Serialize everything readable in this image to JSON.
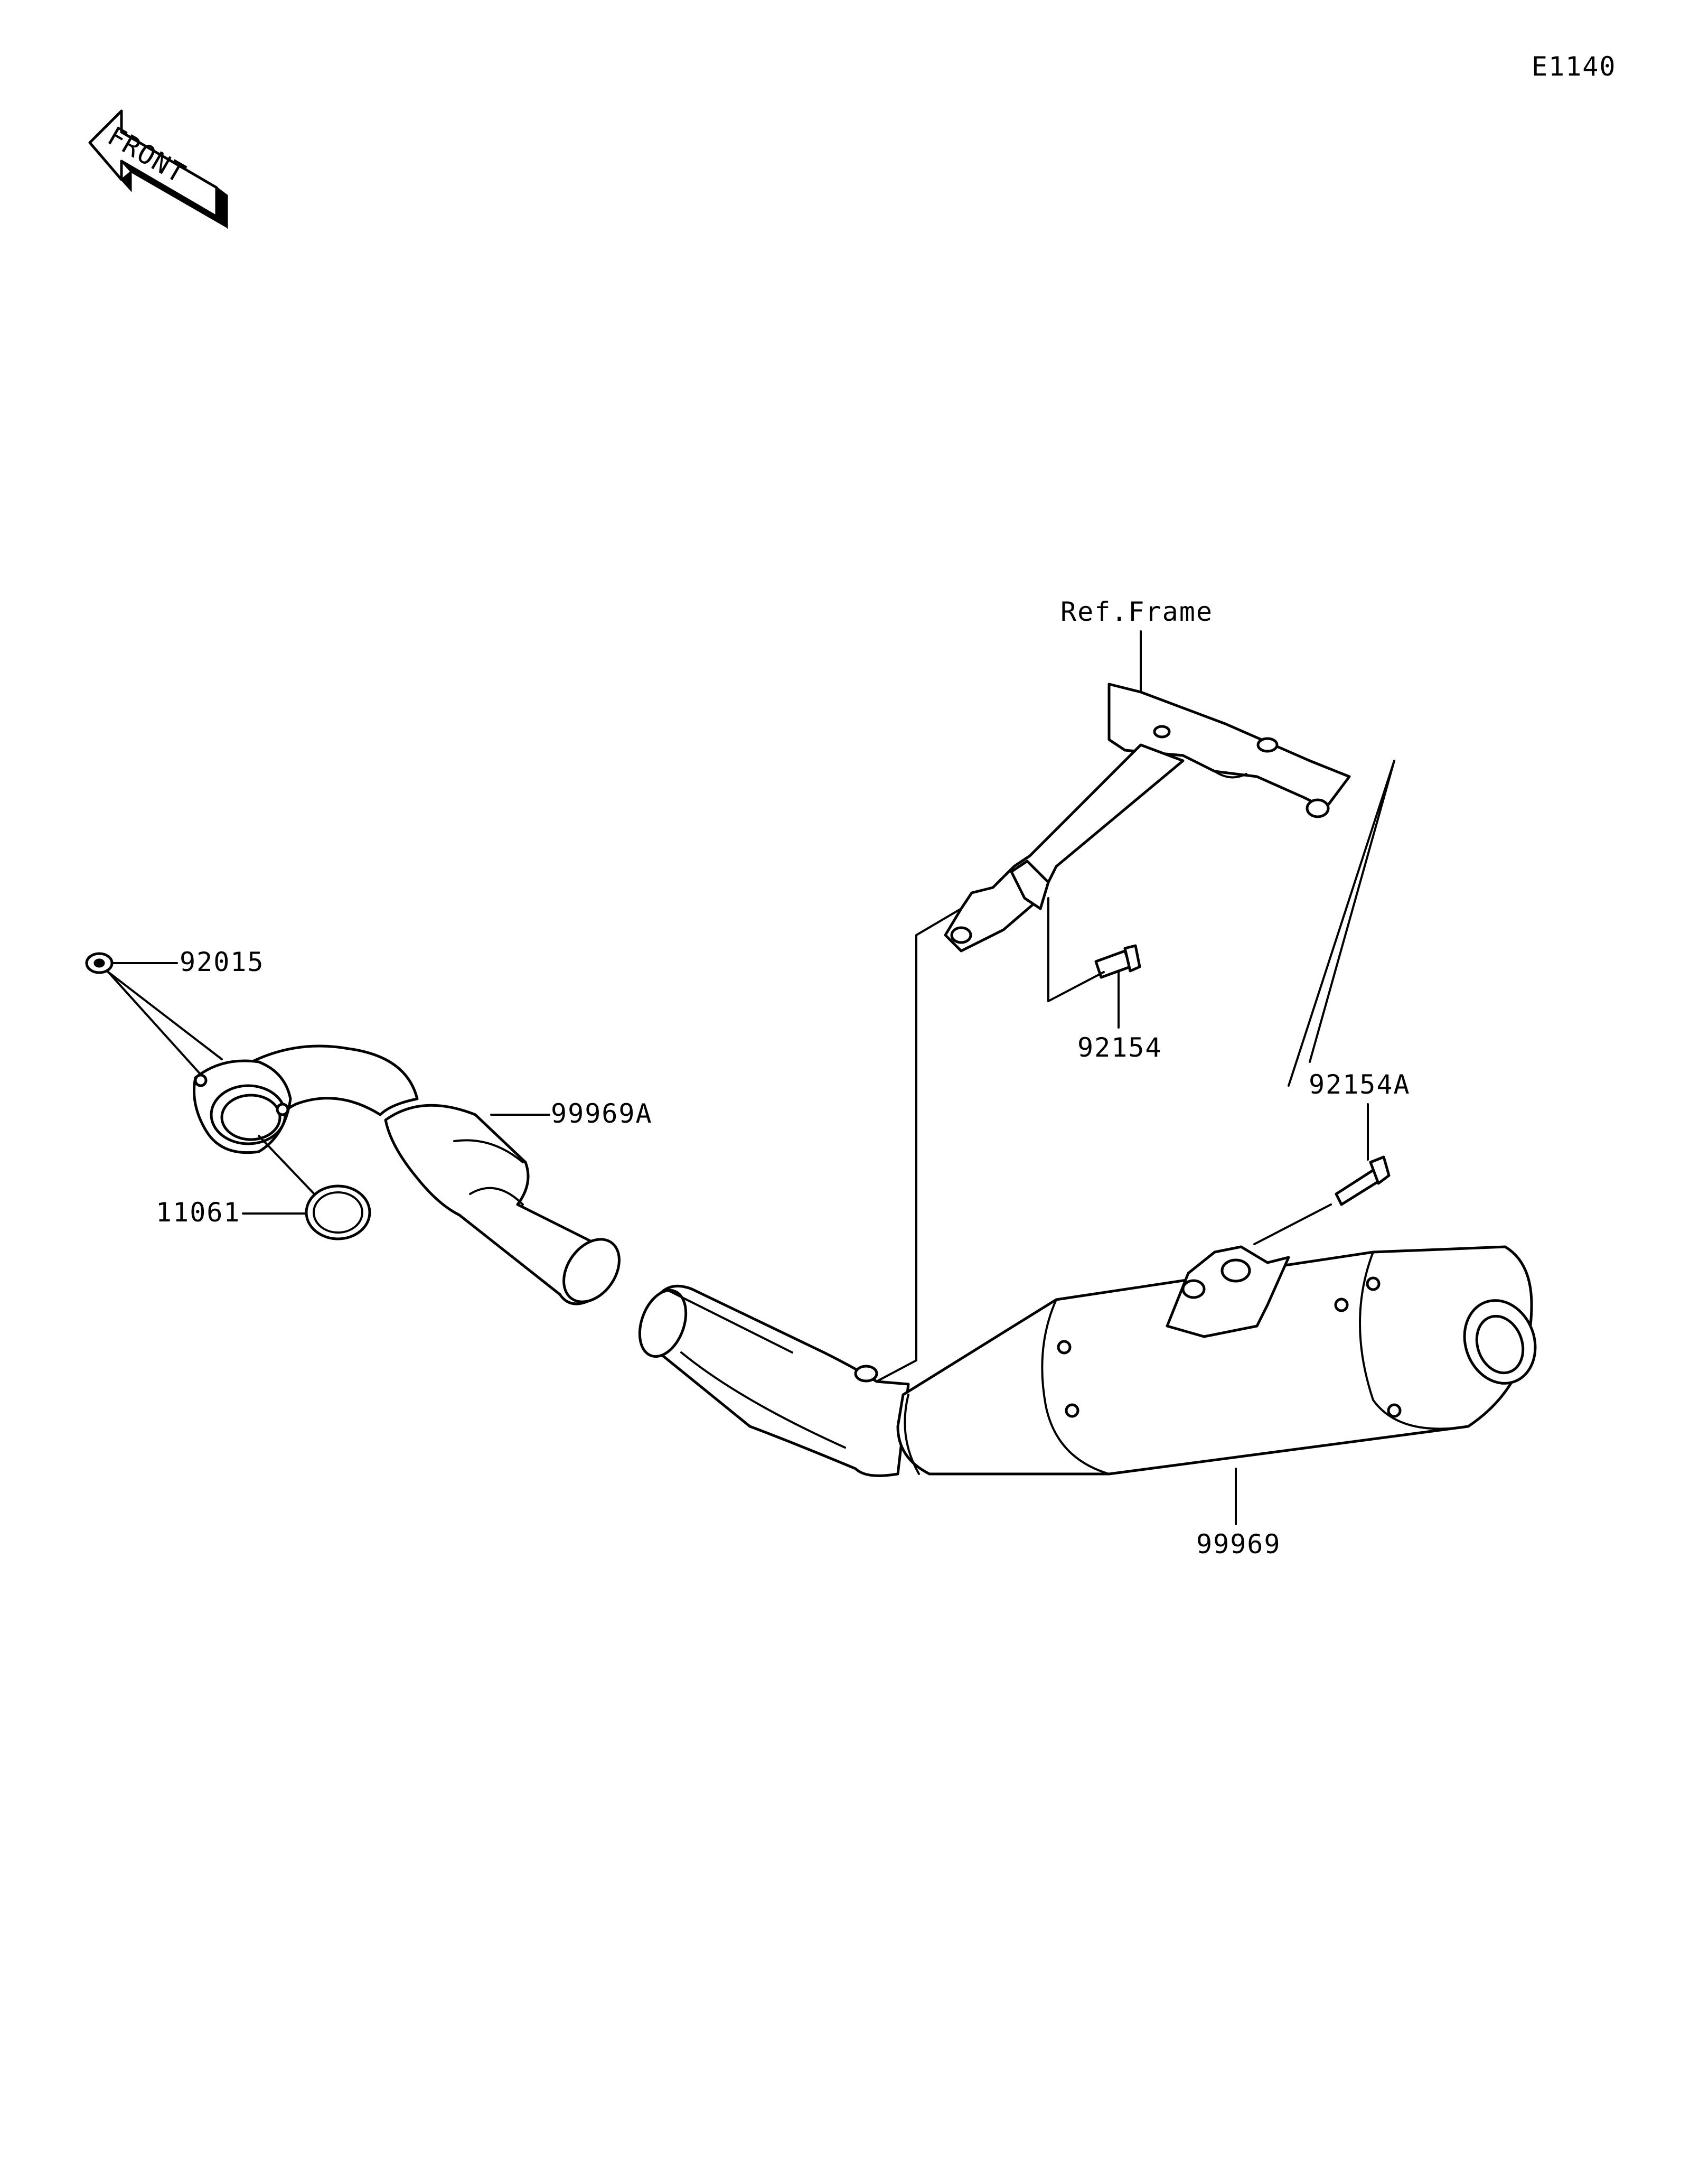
{
  "diagram_id": "E1140",
  "front_arrow_label": "FRONT",
  "ref_label": "Ref.Frame",
  "parts": {
    "nut": "92015",
    "gasket": "11061",
    "header_pipe": "99969A",
    "bolt_frame": "92154",
    "bolt_muffler": "92154A",
    "muffler": "99969"
  },
  "colors": {
    "line": "#000000",
    "background": "#ffffff"
  }
}
